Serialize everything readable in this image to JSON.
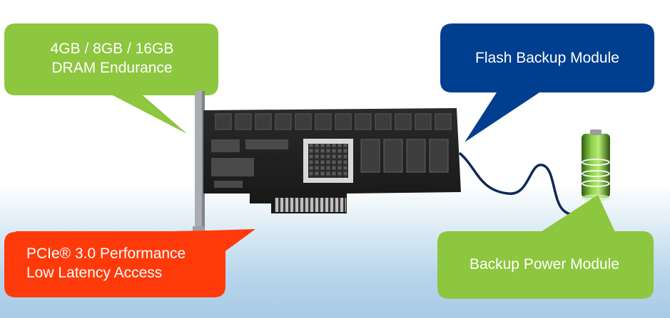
{
  "callouts": {
    "dram": {
      "line1": "4GB / 8GB / 16GB",
      "line2": "DRAM Endurance",
      "color": "#8dc63f"
    },
    "flash": {
      "line1": "Flash Backup Module",
      "color": "#003f8f"
    },
    "pcie": {
      "line1": "PCIe® 3.0 Performance",
      "line2": "Low Latency Access",
      "color": "#ff3a0a"
    },
    "power": {
      "line1": "Backup Power Module",
      "color": "#8dc63f"
    }
  },
  "illustrations": {
    "card": "pcie-card-photo",
    "battery": "backup-battery-icon",
    "cable": "backup-cable"
  }
}
